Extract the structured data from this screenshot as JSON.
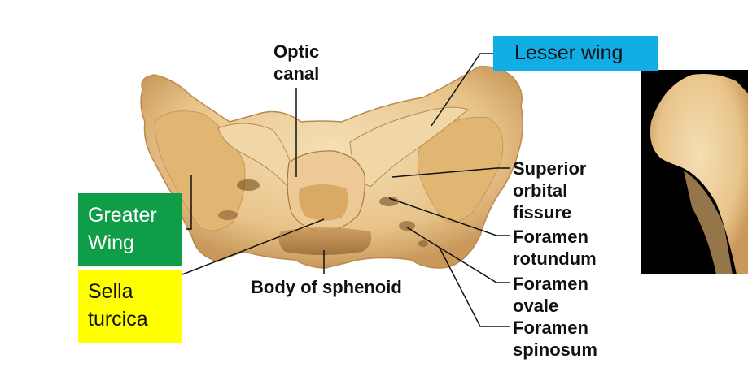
{
  "labels": {
    "optic_canal": "Optic\ncanal",
    "body_of_sphenoid": "Body of sphenoid",
    "superior_orbital_fissure": "Superior\norbital\nfissure",
    "foramen_rotundum": "Foramen\nrotundum",
    "foramen_ovale": "Foramen\novale",
    "foramen_spinosum": "Foramen\nspinosum"
  },
  "boxes": {
    "lesser_wing": {
      "text": "Lesser wing",
      "color": "#11aee6"
    },
    "greater_wing": {
      "text": "Greater\nWing",
      "color": "#0f9d48"
    },
    "sella_turcica": {
      "text": "Sella\nturcica",
      "color": "#ffff00"
    }
  },
  "colors": {
    "bone_base": "#e8c48a",
    "bone_light": "#f4dfb4",
    "bone_shadow": "#b98a4e",
    "inset_background": "#000000"
  }
}
